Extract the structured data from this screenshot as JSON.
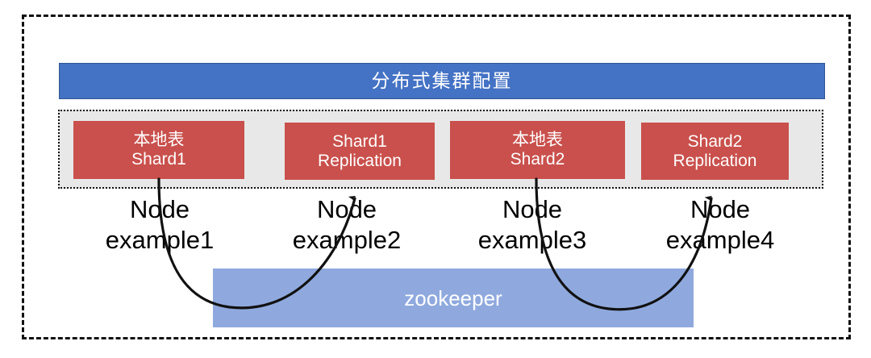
{
  "diagram": {
    "title_bar": {
      "label": "分布式集群配置",
      "color": "#4472C4",
      "text_color": "#FFFFFF"
    },
    "node_container": {
      "background": "#E8E8E8",
      "border_style": "dotted"
    },
    "shards": [
      {
        "id": "shard1-local",
        "line1": "本地表",
        "line2": "Shard1",
        "color": "#C9504C"
      },
      {
        "id": "shard1-replication",
        "line1": "Shard1",
        "line2": "Replication",
        "color": "#C9504C"
      },
      {
        "id": "shard2-local",
        "line1": "本地表",
        "line2": "Shard2",
        "color": "#C9504C"
      },
      {
        "id": "shard2-replication",
        "line1": "Shard2",
        "line2": "Replication",
        "color": "#C9504C"
      }
    ],
    "nodes": [
      {
        "id": "node-example1",
        "line1": "Node",
        "line2": "example1"
      },
      {
        "id": "node-example2",
        "line1": "Node",
        "line2": "example2"
      },
      {
        "id": "node-example3",
        "line1": "Node",
        "line2": "example3"
      },
      {
        "id": "node-example4",
        "line1": "Node",
        "line2": "example4"
      }
    ],
    "zookeeper": {
      "label": "zookeeper",
      "color": "#8FA9DE",
      "text_color": "#FFFFFF"
    },
    "connectors": [
      {
        "id": "shard1-to-replication",
        "from": "shard1-local",
        "to": "shard1-replication",
        "arrow": "to-target"
      },
      {
        "id": "shard2-to-replication",
        "from": "shard2-local",
        "to": "shard2-replication",
        "arrow": "to-target"
      }
    ],
    "outer_boundary": {
      "border_style": "dashed",
      "color": "#111111"
    }
  }
}
